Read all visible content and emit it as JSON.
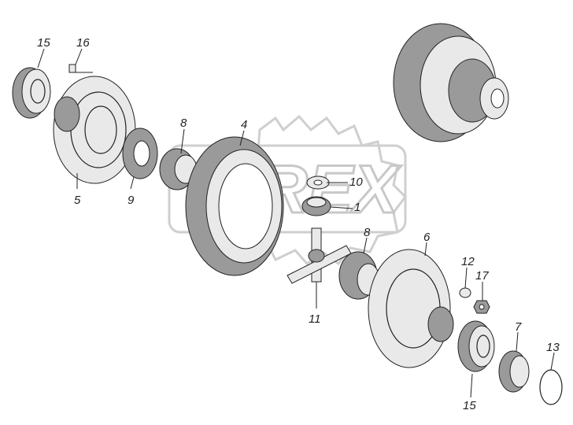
{
  "watermark": {
    "text": "OREX"
  },
  "callouts": [
    {
      "id": "c15a",
      "label": "15"
    },
    {
      "id": "c16",
      "label": "16"
    },
    {
      "id": "c8a",
      "label": "8"
    },
    {
      "id": "c4",
      "label": "4"
    },
    {
      "id": "c5",
      "label": "5"
    },
    {
      "id": "c9",
      "label": "9"
    },
    {
      "id": "c10",
      "label": "10"
    },
    {
      "id": "c1",
      "label": "1"
    },
    {
      "id": "c8b",
      "label": "8"
    },
    {
      "id": "c6",
      "label": "6"
    },
    {
      "id": "c12",
      "label": "12"
    },
    {
      "id": "c17",
      "label": "17"
    },
    {
      "id": "c11",
      "label": "11"
    },
    {
      "id": "c7",
      "label": "7"
    },
    {
      "id": "c13",
      "label": "13"
    },
    {
      "id": "c15b",
      "label": "15"
    }
  ]
}
